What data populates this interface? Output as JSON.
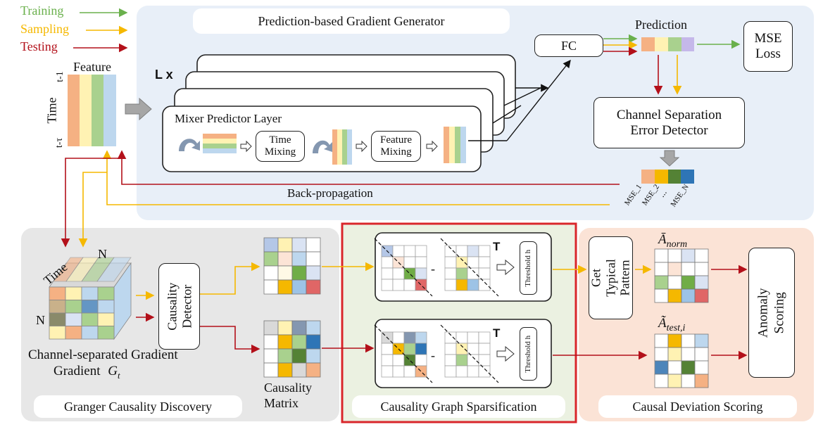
{
  "legend": {
    "training": "Training",
    "sampling": "Sampling",
    "testing": "Testing",
    "colors": {
      "training": "#6ab04c",
      "sampling": "#f5b800",
      "testing": "#b3101a"
    }
  },
  "top_panel": {
    "title": "Prediction-based Gradient Generator",
    "feature_label": "Feature",
    "time_label": "Time",
    "time_t1": "t-1",
    "time_ttau": "t-τ",
    "layers_label": "L x",
    "mixer_title": "Mixer Predictor Layer",
    "time_mixing": "Time Mixing",
    "feature_mixing": "Feature Mixing",
    "fc": "FC",
    "prediction": "Prediction",
    "mse_loss": "MSE Loss",
    "error_detector": "Channel Separation Error Detector",
    "mse_labels": [
      "MSE_1",
      "MSE_2",
      "...",
      "MSE_N"
    ],
    "backprop": "Back-propagation"
  },
  "granger_panel": {
    "title": "Granger Causality Discovery",
    "cube_time": "Time",
    "cube_n_top": "N",
    "cube_n_left": "N",
    "gradient_label": "Channel-separated Gradient",
    "gradient_symbol": "G",
    "gradient_sub": "t",
    "causality_detector": "Causality Detector",
    "matrix_label": "Causality Matrix"
  },
  "sparsification_panel": {
    "title": "Causality Graph Sparsification",
    "transpose": "T",
    "minus": "-",
    "threshold": "Threshold h"
  },
  "scoring_panel": {
    "title": "Causal Deviation Scoring",
    "typical_pattern": "Get Typical Pattern",
    "a_norm": "Ā",
    "a_norm_sub": "norm",
    "a_test": "Ã",
    "a_test_sub": "test,i",
    "anomaly_scoring": "Anomaly Scoring"
  },
  "palette": {
    "orange": "#f5b183",
    "yellow": "#fff2b3",
    "green": "#a9d18e",
    "blue": "#bdd7ee",
    "purple": "#c5b8ea",
    "dkgreen": "#548235",
    "dkblue": "#2e75b6",
    "gold": "#f5b800",
    "red": "#e06666",
    "slate": "#8497b0",
    "lightgray": "#d9d9d9",
    "paleblue": "#dae3f3",
    "paleorange": "#fce4d6",
    "cream": "#fff9e6",
    "lavender": "#b4c7e7"
  }
}
